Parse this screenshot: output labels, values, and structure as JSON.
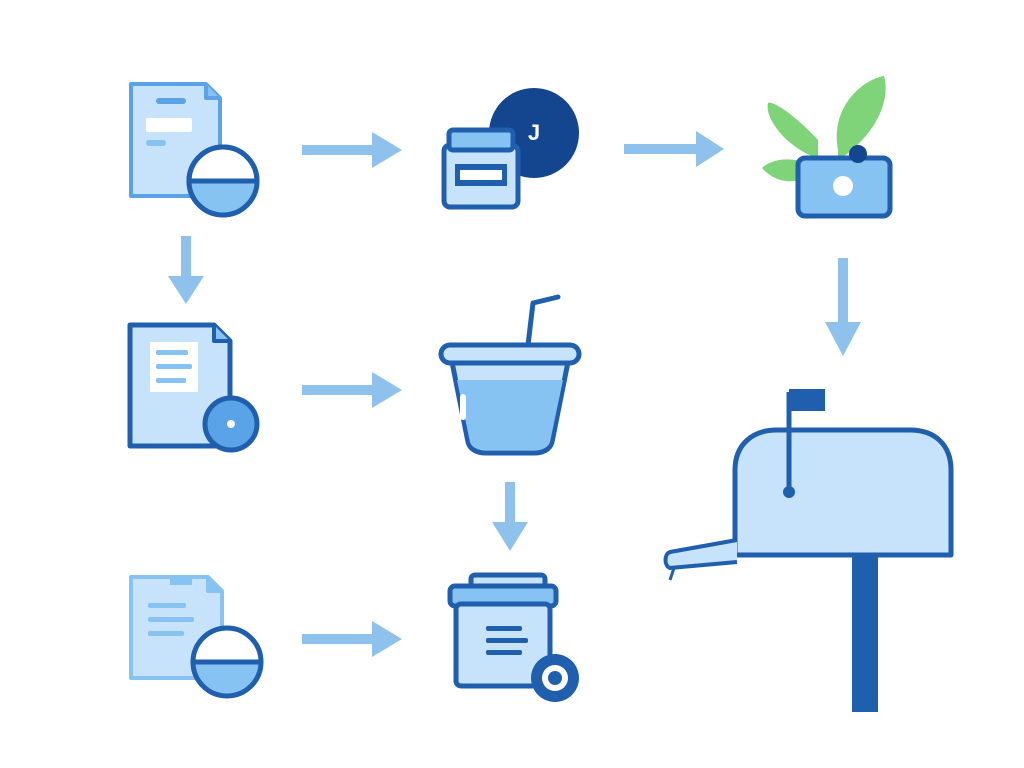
{
  "diagram": {
    "colors": {
      "background": "#ffffff",
      "stroke": "#1f5fad",
      "fill_light": "#c7e2fb",
      "fill_mid": "#86c2f2",
      "arrow": "#8ec1ec",
      "leaf": "#7fd47a",
      "dark_circle": "#14458f"
    },
    "nodes": [
      {
        "id": "doc-with-half-circle-top",
        "icon": "document-with-half-filled-circle"
      },
      {
        "id": "jar-with-badge",
        "icon": "jar-with-j-badge"
      },
      {
        "id": "camera-with-leaves",
        "icon": "camera-with-leaves"
      },
      {
        "id": "doc-with-disc-middle",
        "icon": "document-with-disc"
      },
      {
        "id": "cup-with-straw",
        "icon": "cup-with-straw"
      },
      {
        "id": "doc-with-half-circle-bottom",
        "icon": "document-with-half-filled-circle"
      },
      {
        "id": "container-with-wheel",
        "icon": "container-with-wheel"
      },
      {
        "id": "mailbox",
        "icon": "mailbox-with-flag"
      }
    ],
    "badge_letter": "J",
    "arrows": [
      {
        "from": "doc-with-half-circle-top",
        "to": "jar-with-badge",
        "direction": "right"
      },
      {
        "from": "jar-with-badge",
        "to": "camera-with-leaves",
        "direction": "right"
      },
      {
        "from": "doc-with-half-circle-top",
        "to": "doc-with-disc-middle",
        "direction": "down"
      },
      {
        "from": "doc-with-disc-middle",
        "to": "cup-with-straw",
        "direction": "right"
      },
      {
        "from": "cup-with-straw",
        "to": "container-with-wheel",
        "direction": "down"
      },
      {
        "from": "doc-with-half-circle-bottom",
        "to": "container-with-wheel",
        "direction": "right"
      },
      {
        "from": "camera-with-leaves",
        "to": "mailbox",
        "direction": "down"
      }
    ]
  }
}
